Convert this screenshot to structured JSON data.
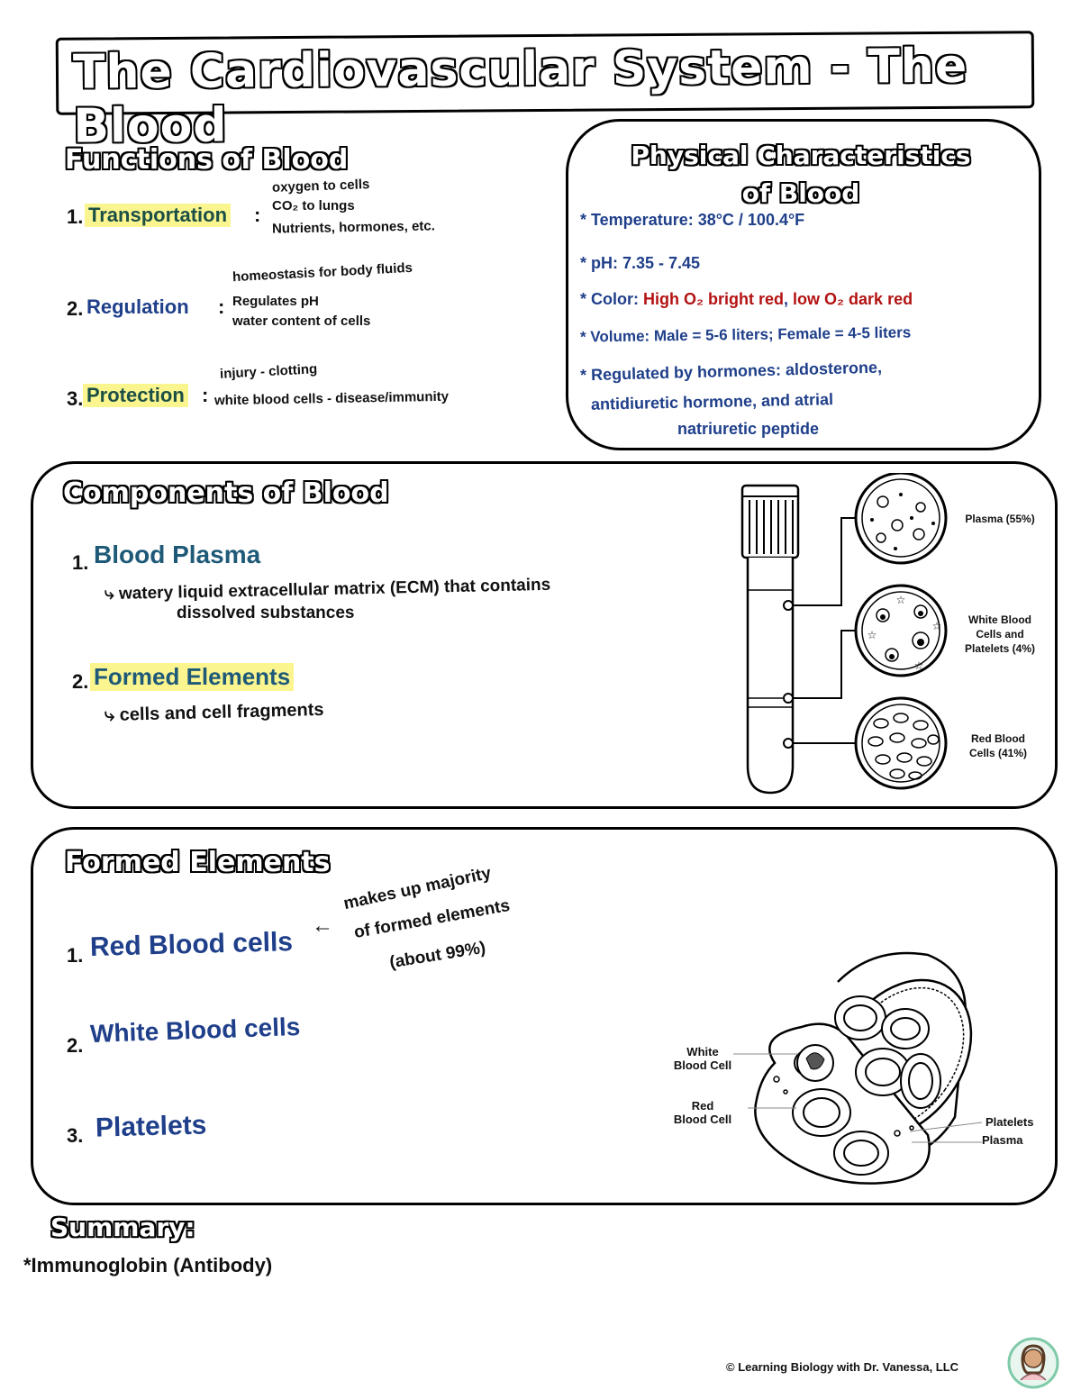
{
  "title": "The Cardiovascular System - The Blood",
  "functions": {
    "heading": "Functions of Blood",
    "items": [
      {
        "num": "1.",
        "label": "Transportation",
        "sep": ":",
        "notes": [
          "oxygen to cells",
          "CO₂ to lungs",
          "Nutrients, hormones, etc."
        ]
      },
      {
        "num": "2.",
        "label": "Regulation",
        "sep": ":",
        "notes": [
          "homeostasis for body fluids",
          "Regulates pH",
          "water content of cells"
        ]
      },
      {
        "num": "3.",
        "label": "Protection",
        "sep": ":",
        "notes": [
          "injury - clotting",
          "white blood cells - disease/immunity"
        ]
      }
    ]
  },
  "physical": {
    "heading_line1": "Physical Characteristics",
    "heading_line2": "of Blood",
    "temperature": "* Temperature: 38°C / 100.4°F",
    "ph": "* pH: 7.35 - 7.45",
    "color_prefix": "* Color:",
    "color_high": "High O₂ bright red",
    "color_sep": ",",
    "color_low": "low O₂ dark red",
    "volume": "* Volume: Male = 5-6 liters; Female = 4-5 liters",
    "regulated_line1": "* Regulated by hormones: aldosterone,",
    "regulated_line2": "antidiuretic hormone, and atrial",
    "regulated_line3": "natriuretic peptide"
  },
  "components": {
    "heading": "Components of Blood",
    "items": [
      {
        "num": "1.",
        "label": "Blood Plasma",
        "note_line1": "⤷ watery liquid extracellular matrix (ECM) that contains",
        "note_line2": "dissolved substances"
      },
      {
        "num": "2.",
        "label": "Formed Elements",
        "note_line1": "⤷ cells and cell fragments"
      }
    ],
    "diagram_labels": {
      "plasma": "Plasma (55%)",
      "wbc_line1": "White Blood",
      "wbc_line2": "Cells and",
      "wbc_line3": "Platelets (4%)",
      "rbc_line1": "Red Blood",
      "rbc_line2": "Cells (41%)"
    }
  },
  "formed": {
    "heading": "Formed Elements",
    "items": [
      {
        "num": "1.",
        "label": "Red Blood cells"
      },
      {
        "num": "2.",
        "label": "White Blood cells"
      },
      {
        "num": "3.",
        "label": "Platelets"
      }
    ],
    "rbc_note_arrow": "←",
    "rbc_note_line1": "makes up majority",
    "rbc_note_line2": "of formed elements",
    "rbc_note_line3": "(about 99%)",
    "diagram_labels": {
      "wbc_line1": "White",
      "wbc_line2": "Blood Cell",
      "rbc_line1": "Red",
      "rbc_line2": "Blood Cell",
      "platelets": "Platelets",
      "plasma": "Plasma"
    }
  },
  "summary": {
    "heading": "Summary:",
    "line": "*Immunoglobin (Antibody)"
  },
  "footer": {
    "copyright": "© Learning Biology with Dr. Vanessa, LLC"
  },
  "colors": {
    "navy": "#1f3f8a",
    "dark_red": "#b31212",
    "highlight_yellow": "#fbf590",
    "teal_green": "#1b4f45"
  }
}
